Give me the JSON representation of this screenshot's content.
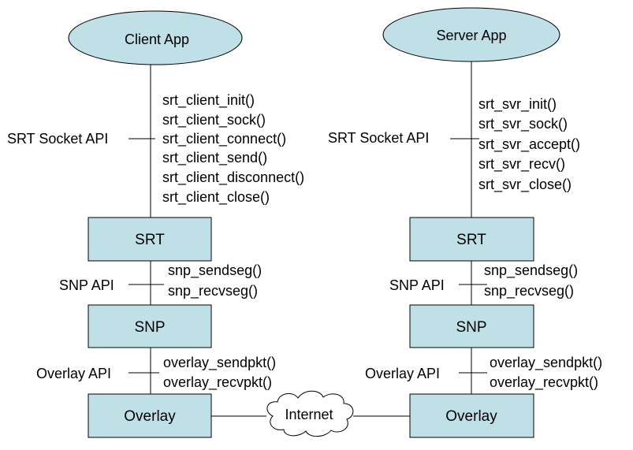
{
  "client": {
    "app": "Client App",
    "srt_api_label": "SRT Socket API",
    "srt_functions": [
      "srt_client_init()",
      "srt_client_sock()",
      "srt_client_connect()",
      "srt_client_send()",
      "srt_client_disconnect()",
      "srt_client_close()"
    ],
    "srt": "SRT",
    "snp_api_label": "SNP API",
    "snp_functions": [
      "snp_sendseg()",
      "snp_recvseg()"
    ],
    "snp": "SNP",
    "overlay_api_label": "Overlay API",
    "overlay_functions": [
      "overlay_sendpkt()",
      "overlay_recvpkt()"
    ],
    "overlay": "Overlay"
  },
  "server": {
    "app": "Server App",
    "srt_api_label": "SRT Socket API",
    "srt_functions": [
      "srt_svr_init()",
      "srt_svr_sock()",
      "srt_svr_accept()",
      "srt_svr_recv()",
      "srt_svr_close()"
    ],
    "srt": "SRT",
    "snp_api_label": "SNP API",
    "snp_functions": [
      "snp_sendseg()",
      "snp_recvseg()"
    ],
    "snp": "SNP",
    "overlay_api_label": "Overlay API",
    "overlay_functions": [
      "overlay_sendpkt()",
      "overlay_recvpkt()"
    ],
    "overlay": "Overlay"
  },
  "internet": "Internet",
  "colors": {
    "box_fill": "#bfe0e6",
    "stroke": "#000000"
  }
}
